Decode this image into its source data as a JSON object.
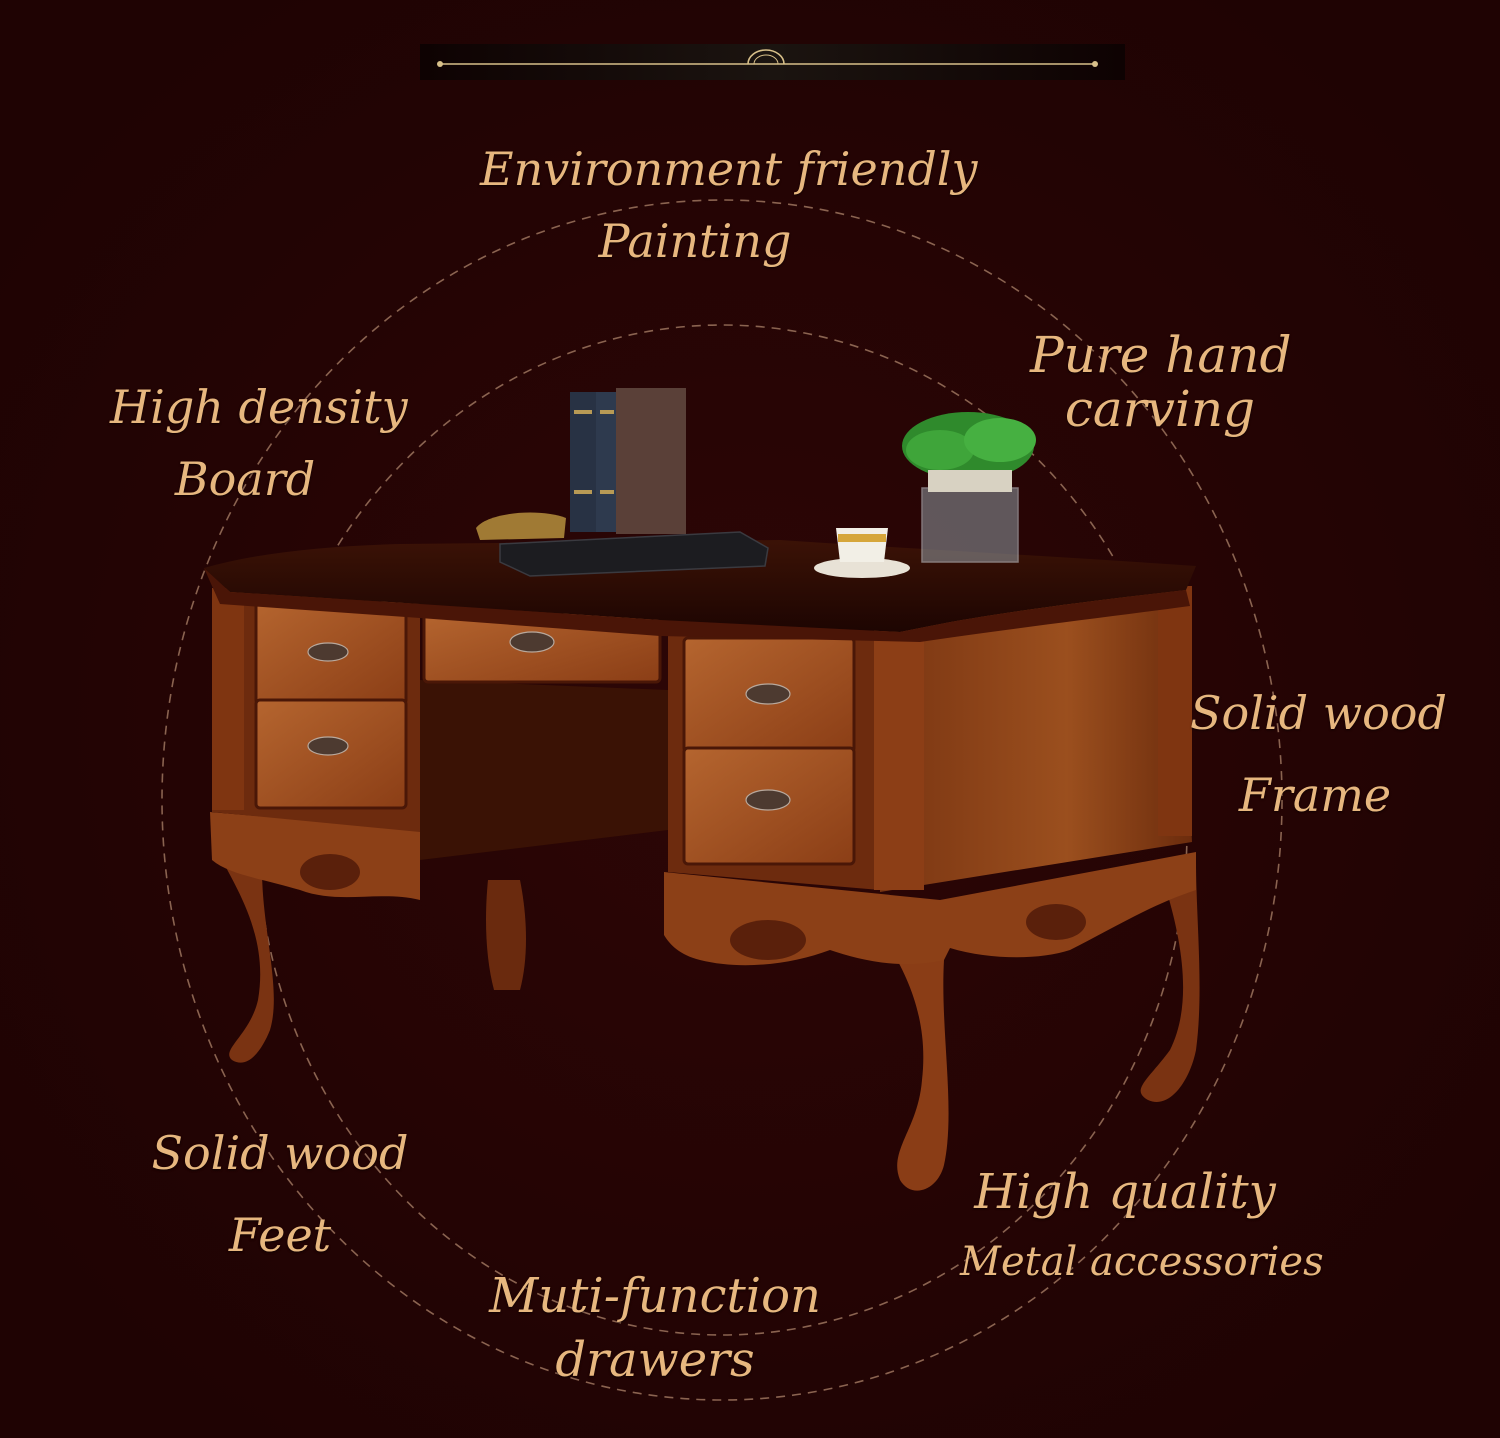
{
  "colors": {
    "background": "#250404",
    "text": "#E7B77F",
    "wood": "#9a4a1c",
    "wood_dark": "#5a200b",
    "wood_light": "#c0703a",
    "dashes": "#8a6350"
  },
  "labels": {
    "environment": {
      "line1": "Environment friendly",
      "line2": "Painting"
    },
    "pure_hand": {
      "line1": "Pure hand",
      "line2": "carving"
    },
    "high_density": {
      "line1": "High density",
      "line2": "Board"
    },
    "solid_frame": {
      "line1": "Solid wood",
      "line2": "Frame"
    },
    "solid_feet": {
      "line1": "Solid wood",
      "line2": "Feet"
    },
    "high_quality": {
      "line1": "High quality",
      "line2": "Metal accessories"
    },
    "multi_function": {
      "line1": "Muti-function",
      "line2": "drawers"
    }
  }
}
